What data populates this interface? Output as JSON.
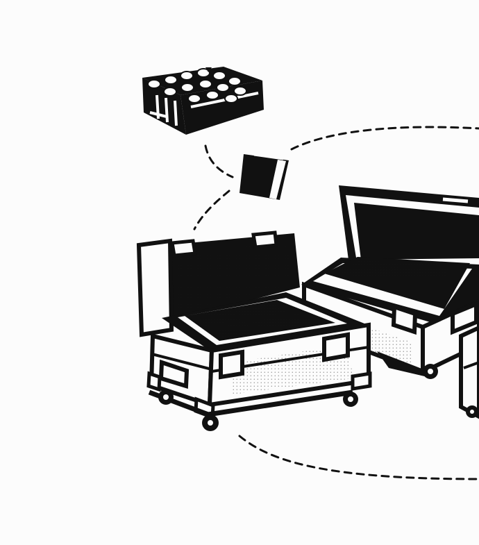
{
  "illustration": {
    "style": "black-and-white line art",
    "background_color": "#fcfcfc",
    "ink_color": "#111111",
    "elements": [
      "insert-tray-icon",
      "case-block-icon",
      "open-road-case-front",
      "open-road-case-back",
      "partial-road-case-right",
      "dashed-loop-path"
    ]
  }
}
